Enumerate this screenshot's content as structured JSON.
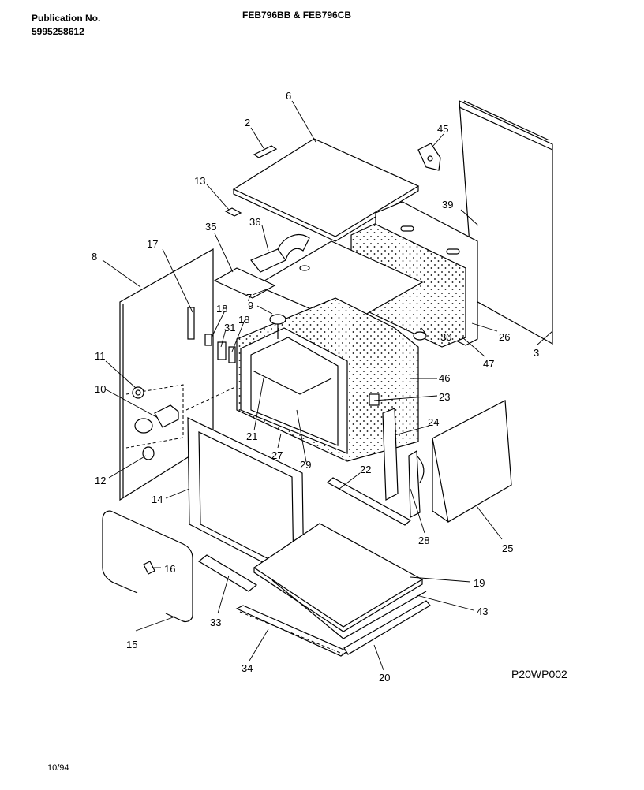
{
  "header": {
    "publication_label": "Publication No.",
    "publication_number": "5995258612",
    "model": "FEB796BB & FEB796CB"
  },
  "diagram": {
    "callouts": [
      "2",
      "3",
      "6",
      "7",
      "8",
      "9",
      "10",
      "11",
      "12",
      "13",
      "14",
      "15",
      "16",
      "17",
      "18",
      "18",
      "19",
      "20",
      "21",
      "22",
      "23",
      "24",
      "25",
      "26",
      "27",
      "28",
      "29",
      "30",
      "31",
      "33",
      "34",
      "35",
      "36",
      "39",
      "43",
      "45",
      "46",
      "47"
    ],
    "drawing_code": "P20WP002"
  },
  "footer": {
    "date": "10/94"
  }
}
